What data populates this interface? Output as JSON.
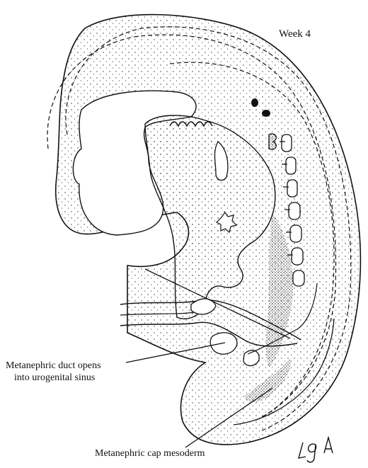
{
  "figure": {
    "week_label": "Week 4",
    "labels": {
      "duct_line1": "Metanephric duct opens",
      "duct_line2": "into urogenital sinus",
      "cap": "Metanephric cap mesoderm"
    },
    "signature": "LGA"
  }
}
